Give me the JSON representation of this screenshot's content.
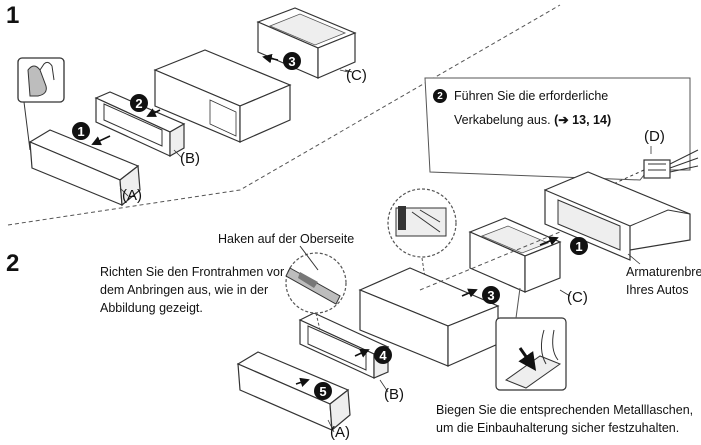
{
  "colors": {
    "ink": "#111111",
    "line": "#333333",
    "grey": "#bdbdbd",
    "panel": "#ffffff"
  },
  "section1": {
    "number": "1",
    "steps": [
      "1",
      "2",
      "3"
    ],
    "labels": {
      "a": "(A)",
      "b": "(B)",
      "c": "(C)"
    }
  },
  "section2": {
    "number": "2",
    "steps": [
      "1",
      "3",
      "4",
      "5"
    ],
    "labels": {
      "a": "(A)",
      "b": "(B)",
      "c": "(C)",
      "d": "(D)"
    },
    "wiring_step": "2",
    "wiring_line1": "Führen Sie die erforderliche",
    "wiring_line2_prefix": "Verkabelung aus. ",
    "wiring_ref": "(➔ 13, 14)",
    "hook_label": "Haken auf der Oberseite",
    "align_note_1": "Richten Sie den Frontrahmen vor",
    "align_note_2": "dem Anbringen aus, wie in der",
    "align_note_3": "Abbildung gezeigt.",
    "dash_label_1": "Armaturenbrett",
    "dash_label_2": "Ihres Autos",
    "bend_note_1": "Biegen Sie die entsprechenden Metalllaschen,",
    "bend_note_2": "um die Einbauhalterung sicher festzuhalten."
  }
}
